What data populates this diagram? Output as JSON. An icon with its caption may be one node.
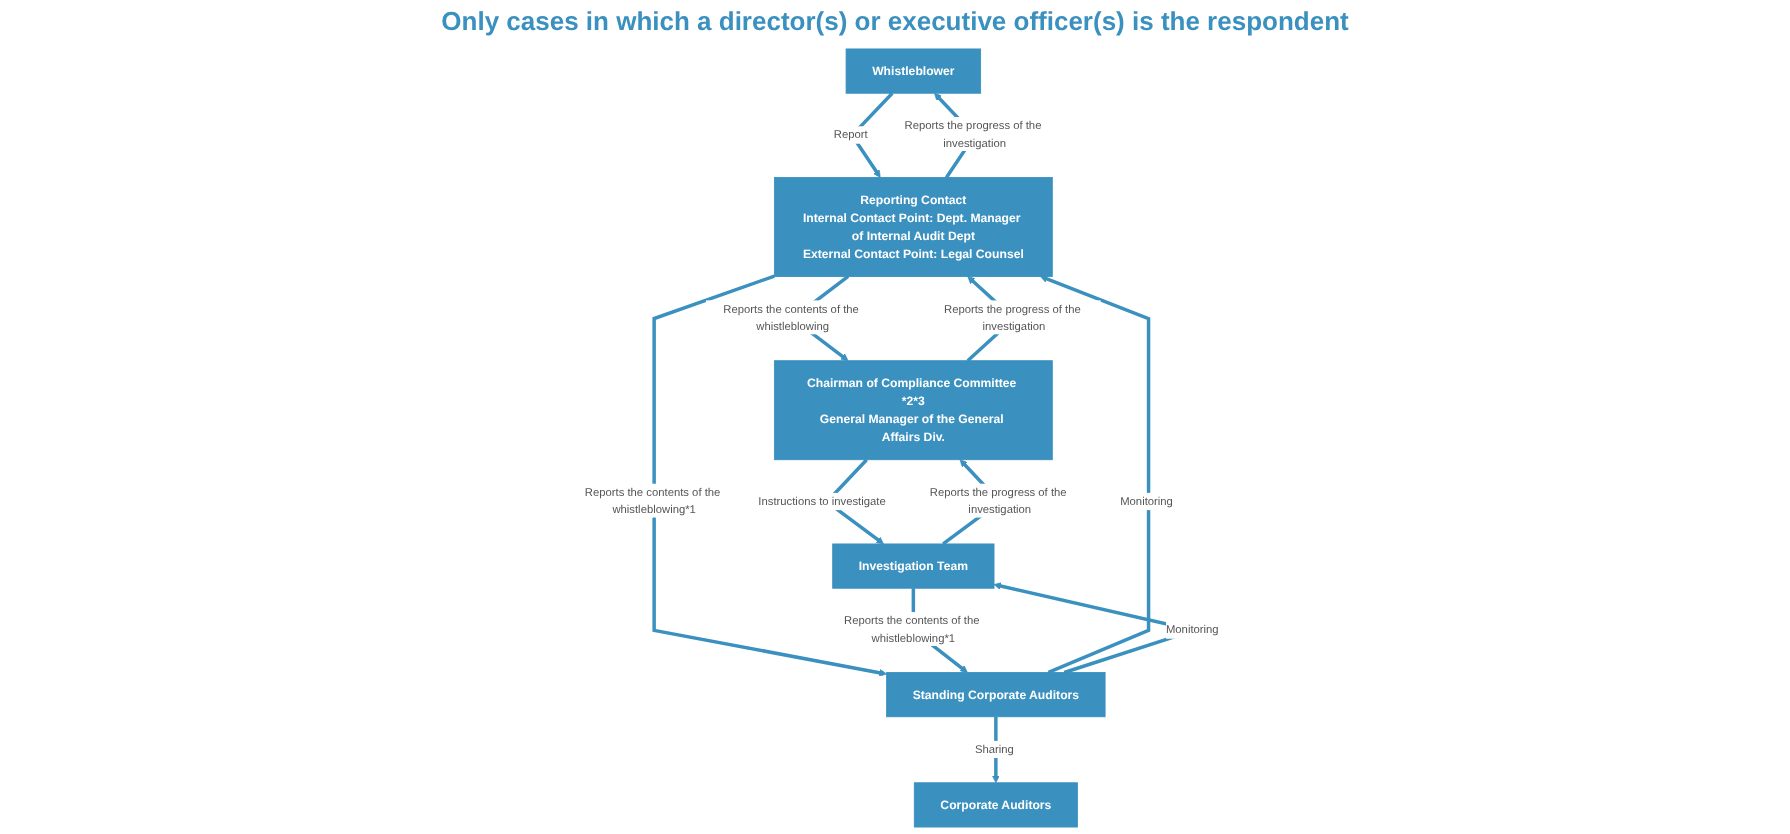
{
  "diagram": {
    "nodes": [
      {
        "text": [
          "Whistleblower"
        ]
      },
      {
        "text": [
          "Reporting Contact",
          "Internal Contact Point: Dept. Manager of Internal Audit Dept",
          "External Contact Point: Legal Counsel"
        ]
      },
      {
        "text": [
          "Chairman of Compliance Committee *2*3",
          "General Manager of the General Affairs Div."
        ]
      },
      {
        "text": [
          "Investigation Team"
        ]
      },
      {
        "text": [
          "Standing Corporate Auditors"
        ]
      },
      {
        "text": [
          "Corporate Auditors"
        ]
      }
    ],
    "edges": [
      {
        "from": 0,
        "to": 1,
        "arrow": "to",
        "label": "Report"
      },
      {
        "from": 1,
        "to": 0,
        "arrow": "to",
        "label": "Reports the progress of the investigation"
      },
      {
        "from": 1,
        "to": 2,
        "arrow": "to",
        "label": "Reports the contents of the whistleblowing"
      },
      {
        "from": 2,
        "to": 1,
        "arrow": "to",
        "label": "Reports the progress of the investigation"
      },
      {
        "from": 2,
        "to": 3,
        "arrow": "to",
        "label": "Instructions to investigate"
      },
      {
        "from": 3,
        "to": 2,
        "arrow": "to",
        "label": "Reports the progress of the investigation"
      },
      {
        "from": 1,
        "to": 4,
        "arrow": "to",
        "label": "Reports the contents of the whistleblowing*1"
      },
      {
        "from": 4,
        "to": 1,
        "arrow": "to",
        "label": "Monitoring"
      },
      {
        "from": 4,
        "to": 3,
        "arrow": "to",
        "label": "Monitoring"
      },
      {
        "from": 3,
        "to": 4,
        "arrow": "to",
        "label": "Reports the contents of the whistleblowing*1"
      },
      {
        "from": 4,
        "to": 5,
        "arrow": "to",
        "label": "Sharing"
      }
    ],
    "labels": [
      "Only cases in which a director(s) or executive officer(s) is the respondent"
    ]
  }
}
